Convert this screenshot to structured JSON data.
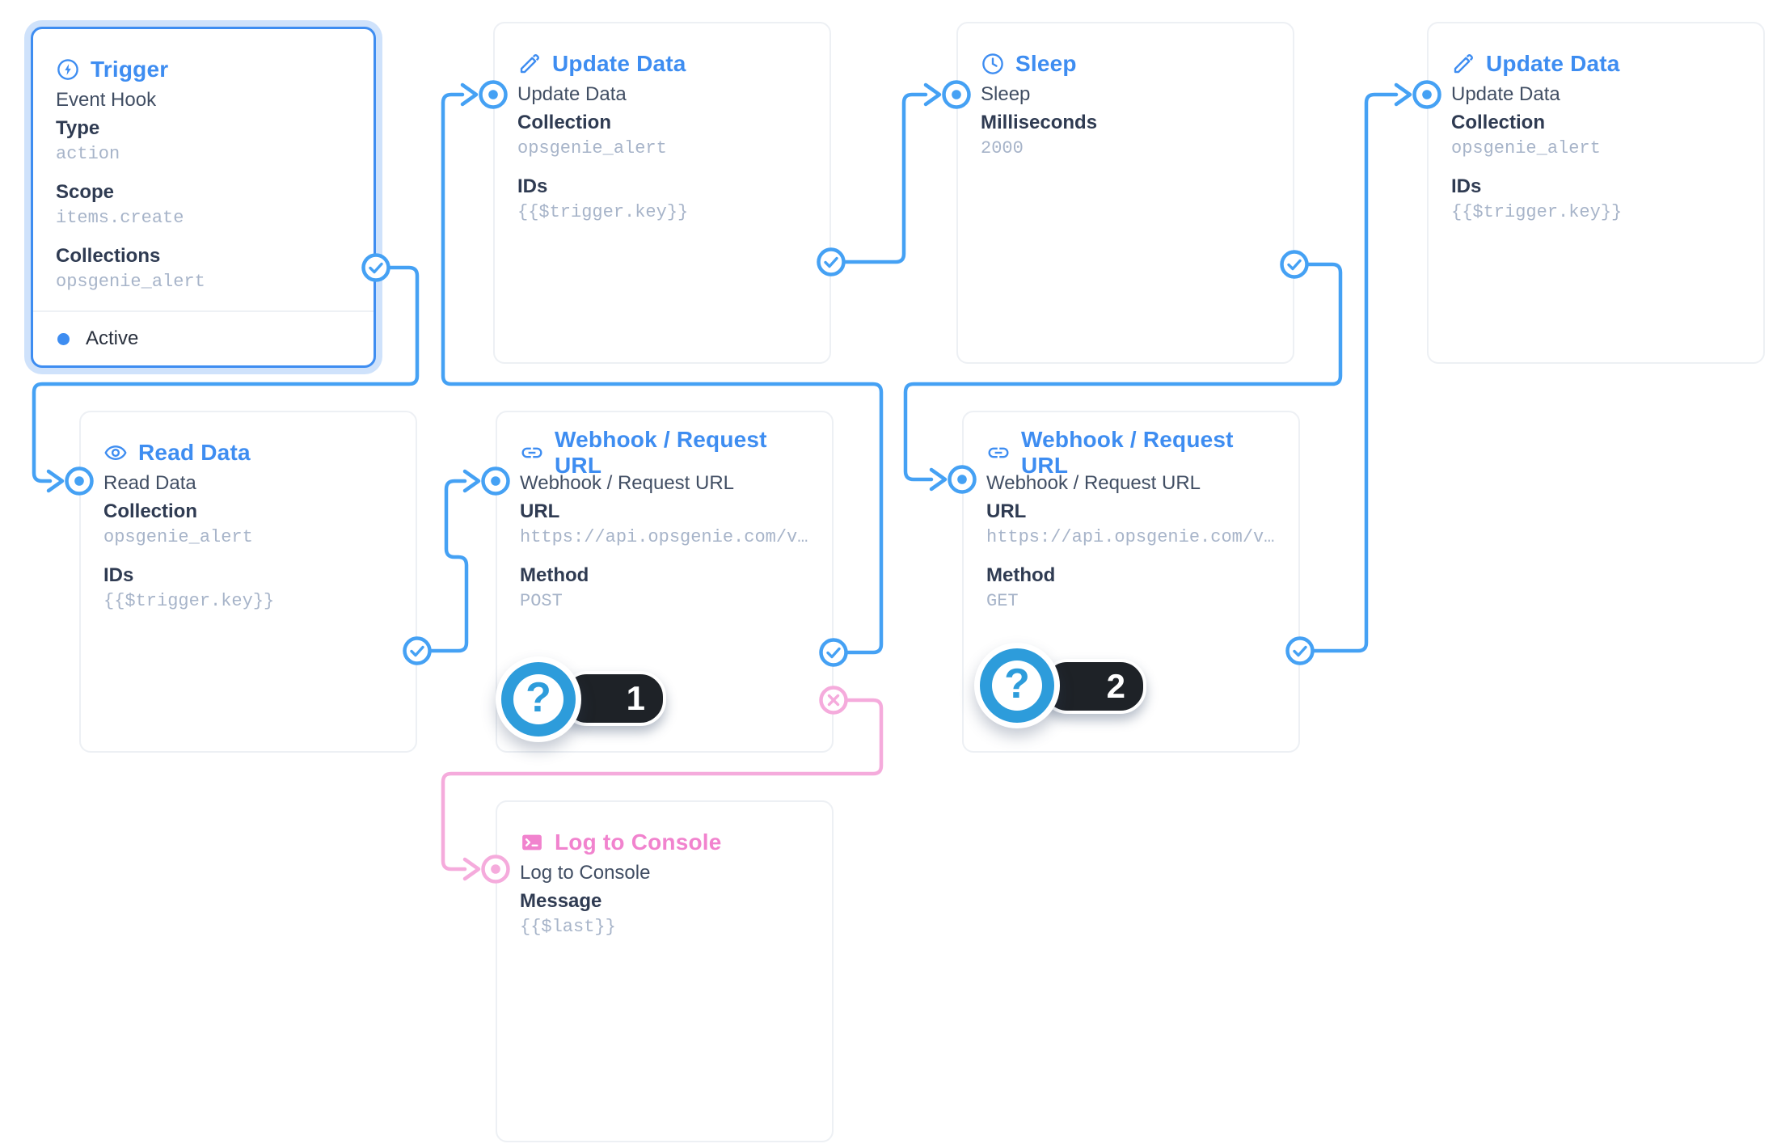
{
  "app": "flow-editor",
  "colors": {
    "accent_blue": "#3e8df1",
    "wire_blue": "#45a1f4",
    "accent_pink": "#f183ce",
    "wire_pink": "#f5abdc",
    "badge_blue": "#2d9cdb",
    "pill_black": "#1e2227",
    "value_gray": "#a7b4c9"
  },
  "nodes": [
    {
      "id": "trigger",
      "title": "Trigger",
      "icon": "bolt-icon",
      "name": "Event Hook",
      "fields": [
        {
          "label": "Type",
          "value": "action"
        },
        {
          "label": "Scope",
          "value": "items.create"
        },
        {
          "label": "Collections",
          "value": "opsgenie_alert"
        }
      ],
      "status": "Active",
      "selected": true
    },
    {
      "id": "update-data-1",
      "title": "Update Data",
      "icon": "pencil-icon",
      "name": "Update Data",
      "fields": [
        {
          "label": "Collection",
          "value": "opsgenie_alert"
        },
        {
          "label": "IDs",
          "value": "{{$trigger.key}}"
        }
      ]
    },
    {
      "id": "sleep",
      "title": "Sleep",
      "icon": "clock-icon",
      "name": "Sleep",
      "fields": [
        {
          "label": "Milliseconds",
          "value": "2000"
        }
      ]
    },
    {
      "id": "update-data-2",
      "title": "Update Data",
      "icon": "pencil-icon",
      "name": "Update Data",
      "fields": [
        {
          "label": "Collection",
          "value": "opsgenie_alert"
        },
        {
          "label": "IDs",
          "value": "{{$trigger.key}}"
        }
      ]
    },
    {
      "id": "read-data",
      "title": "Read Data",
      "icon": "eye-icon",
      "name": "Read Data",
      "fields": [
        {
          "label": "Collection",
          "value": "opsgenie_alert"
        },
        {
          "label": "IDs",
          "value": "{{$trigger.key}}"
        }
      ]
    },
    {
      "id": "webhook-post",
      "title": "Webhook / Request URL",
      "icon": "link-icon",
      "name": "Webhook / Request URL",
      "fields": [
        {
          "label": "URL",
          "value": "https://api.opsgenie.com/v…"
        },
        {
          "label": "Method",
          "value": "POST"
        }
      ],
      "badge": "1"
    },
    {
      "id": "webhook-get",
      "title": "Webhook / Request URL",
      "icon": "link-icon",
      "name": "Webhook / Request URL",
      "fields": [
        {
          "label": "URL",
          "value": "https://api.opsgenie.com/v…"
        },
        {
          "label": "Method",
          "value": "GET"
        }
      ],
      "badge": "2"
    },
    {
      "id": "log-to-console",
      "title": "Log to Console",
      "icon": "terminal-icon",
      "name": "Log to Console",
      "fields": [
        {
          "label": "Message",
          "value": "{{$last}}"
        }
      ],
      "pink": true
    }
  ],
  "badges": [
    {
      "glyph": "?",
      "number": "1",
      "attached_to": "webhook-post"
    },
    {
      "glyph": "?",
      "number": "2",
      "attached_to": "webhook-get"
    }
  ],
  "connections": [
    {
      "from": "trigger",
      "to": "read-data",
      "type": "resolve"
    },
    {
      "from": "read-data",
      "to": "webhook-post",
      "type": "resolve"
    },
    {
      "from": "webhook-post",
      "to": "update-data-1",
      "type": "resolve"
    },
    {
      "from": "update-data-1",
      "to": "sleep",
      "type": "resolve"
    },
    {
      "from": "sleep",
      "to": "webhook-get",
      "type": "resolve"
    },
    {
      "from": "webhook-get",
      "to": "update-data-2",
      "type": "resolve"
    },
    {
      "from": "webhook-post",
      "to": "log-to-console",
      "type": "reject"
    }
  ]
}
